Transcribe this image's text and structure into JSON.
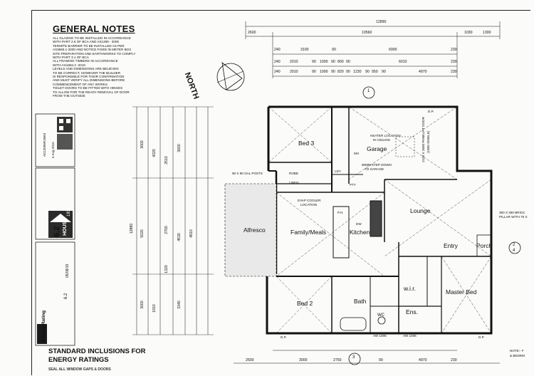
{
  "general_notes": {
    "title": "GENERAL NOTES",
    "lines": [
      "ALL GLAZING TO BE INSTALLED IN ACCORDANCE",
      "WITH PART 2.6 OF BCA AND AS1288 - 2006",
      "TERMITE BARRIER TO BE INSTALLED AS PER",
      "AS3660.1-2000 AND NOTICE FIXED IN METER BOX",
      "SITE PREPARATION AND EARTHWORKS TO COMPLY",
      "WITH PART 3.1 OF BCA",
      "ALL FRAMING TIMBERS IN ACCORDANCE",
      "WITH AS1684.2 -2010",
      "LEVELS AND DIMENSIONS ARE BELIEVED",
      "TO BE CORRECT, HOWEVER THE BUILDER",
      "IS RESPONSIBLE FOR THEIR CONFIRMATION",
      "AND MUST VERIFY ALL DIMENSIONS BEFORE",
      "COMMENCEMENT OF ANY WORKS",
      "TOILET DOORS TO BE FITTED WITH HINGES",
      "TO ALLOW FOR THE READY REMOVAL OF DOOR",
      "FROM THE OUTSIDE"
    ]
  },
  "standard_inclusions": {
    "line1": "STANDARD INCLUSIONS FOR",
    "line2": "ENERGY RATINGS",
    "footer": "SEAL ALL WINDOW GAPS & DOORS"
  },
  "energy": {
    "rating_title": "Energy Rating",
    "stars": "6.2",
    "house": "HOUSE",
    "area": "183.7",
    "certificate": "AD12098R1M63",
    "date": "5 Aug 2015",
    "rating_val": "6.2",
    "rating_date": "05/08/15"
  },
  "north_label": "NORTH",
  "rooms": {
    "bed3": "Bed 3",
    "garage": "Garage",
    "alfresco": "Alfresco",
    "family": "Family/Meals",
    "kitchen": "Kitchen",
    "lounge": "Lounge",
    "entry": "Entry",
    "porch": "Porch",
    "bed2": "Bed 2",
    "bath": "Bath",
    "wir": "w.i.r.",
    "master": "Master Bed",
    "ens": "Ens.",
    "wc": "WC"
  },
  "small_labels": {
    "heater": "HEATER LOCATION",
    "heater2": "IN CEILING",
    "step": "90MM STEP DOWN",
    "step2": "TO GARAGE",
    "evap": "EVAP COOLER",
    "evap2": "LOCATION",
    "tank": "90 X 90 GAL POSTS",
    "robe": "ROBE",
    "linen": "LINEN",
    "pty": "PTY",
    "ldy": "LDY",
    "mh": "MH",
    "dw": "DW",
    "ph": "P.H.",
    "pillar": "350 X 350 BRICK",
    "pillar2": "PILLAR WITH 75 X",
    "dp": "D.P.",
    "notes_right": "NOTE:- F",
    "notes_right2": "& BEDRM",
    "door": "2100 X 2600 PANELIFT DOOR",
    "door2": "(1800 SINGLE)",
    "aw1": "AW 1006",
    "aw2": "AW 1006"
  },
  "dims": {
    "top_total": "12890",
    "top_a": "2600",
    "top_b": "10560",
    "top_c": "1030",
    "top_d": "1300",
    "r2_a": "240",
    "r2_b": "3100",
    "r2_c": "90",
    "r2_d": "6900",
    "r2_e": "230",
    "r3_a": "240",
    "r3_b": "2010",
    "r3_c": "90",
    "r3_d": "1000",
    "r3_e": "90",
    "r3_f": "800",
    "r3_g": "90",
    "r3_h": "6010",
    "r3_i": "230",
    "r4_a": "240",
    "r4_b": "2010",
    "r4_c": "90",
    "r4_d": "1000",
    "r4_e": "90",
    "r4_f": "820",
    "r4_g": "90",
    "r4_h": "1230",
    "r4_i": "90",
    "r4_j": "950",
    "r4_k": "90",
    "r4_l": "4970",
    "r4_m": "230",
    "bot_a": "2600",
    "bot_b": "3000",
    "bot_c": "2750",
    "bot_d": "90",
    "bot_e": "4970",
    "bot_f": "230",
    "left_total": "12880",
    "left_a": "3000",
    "left_b": "5020",
    "left_c": "3000",
    "left_d": "4320",
    "left_e": "2510",
    "left_f": "2700",
    "left_g": "1320",
    "left_h": "1910",
    "left_i": "3600",
    "left_j": "4530",
    "left_k": "3340",
    "left_l": "4910"
  },
  "markers": {
    "m1": "1",
    "m2": "2",
    "m3": "3",
    "m4": "4"
  }
}
